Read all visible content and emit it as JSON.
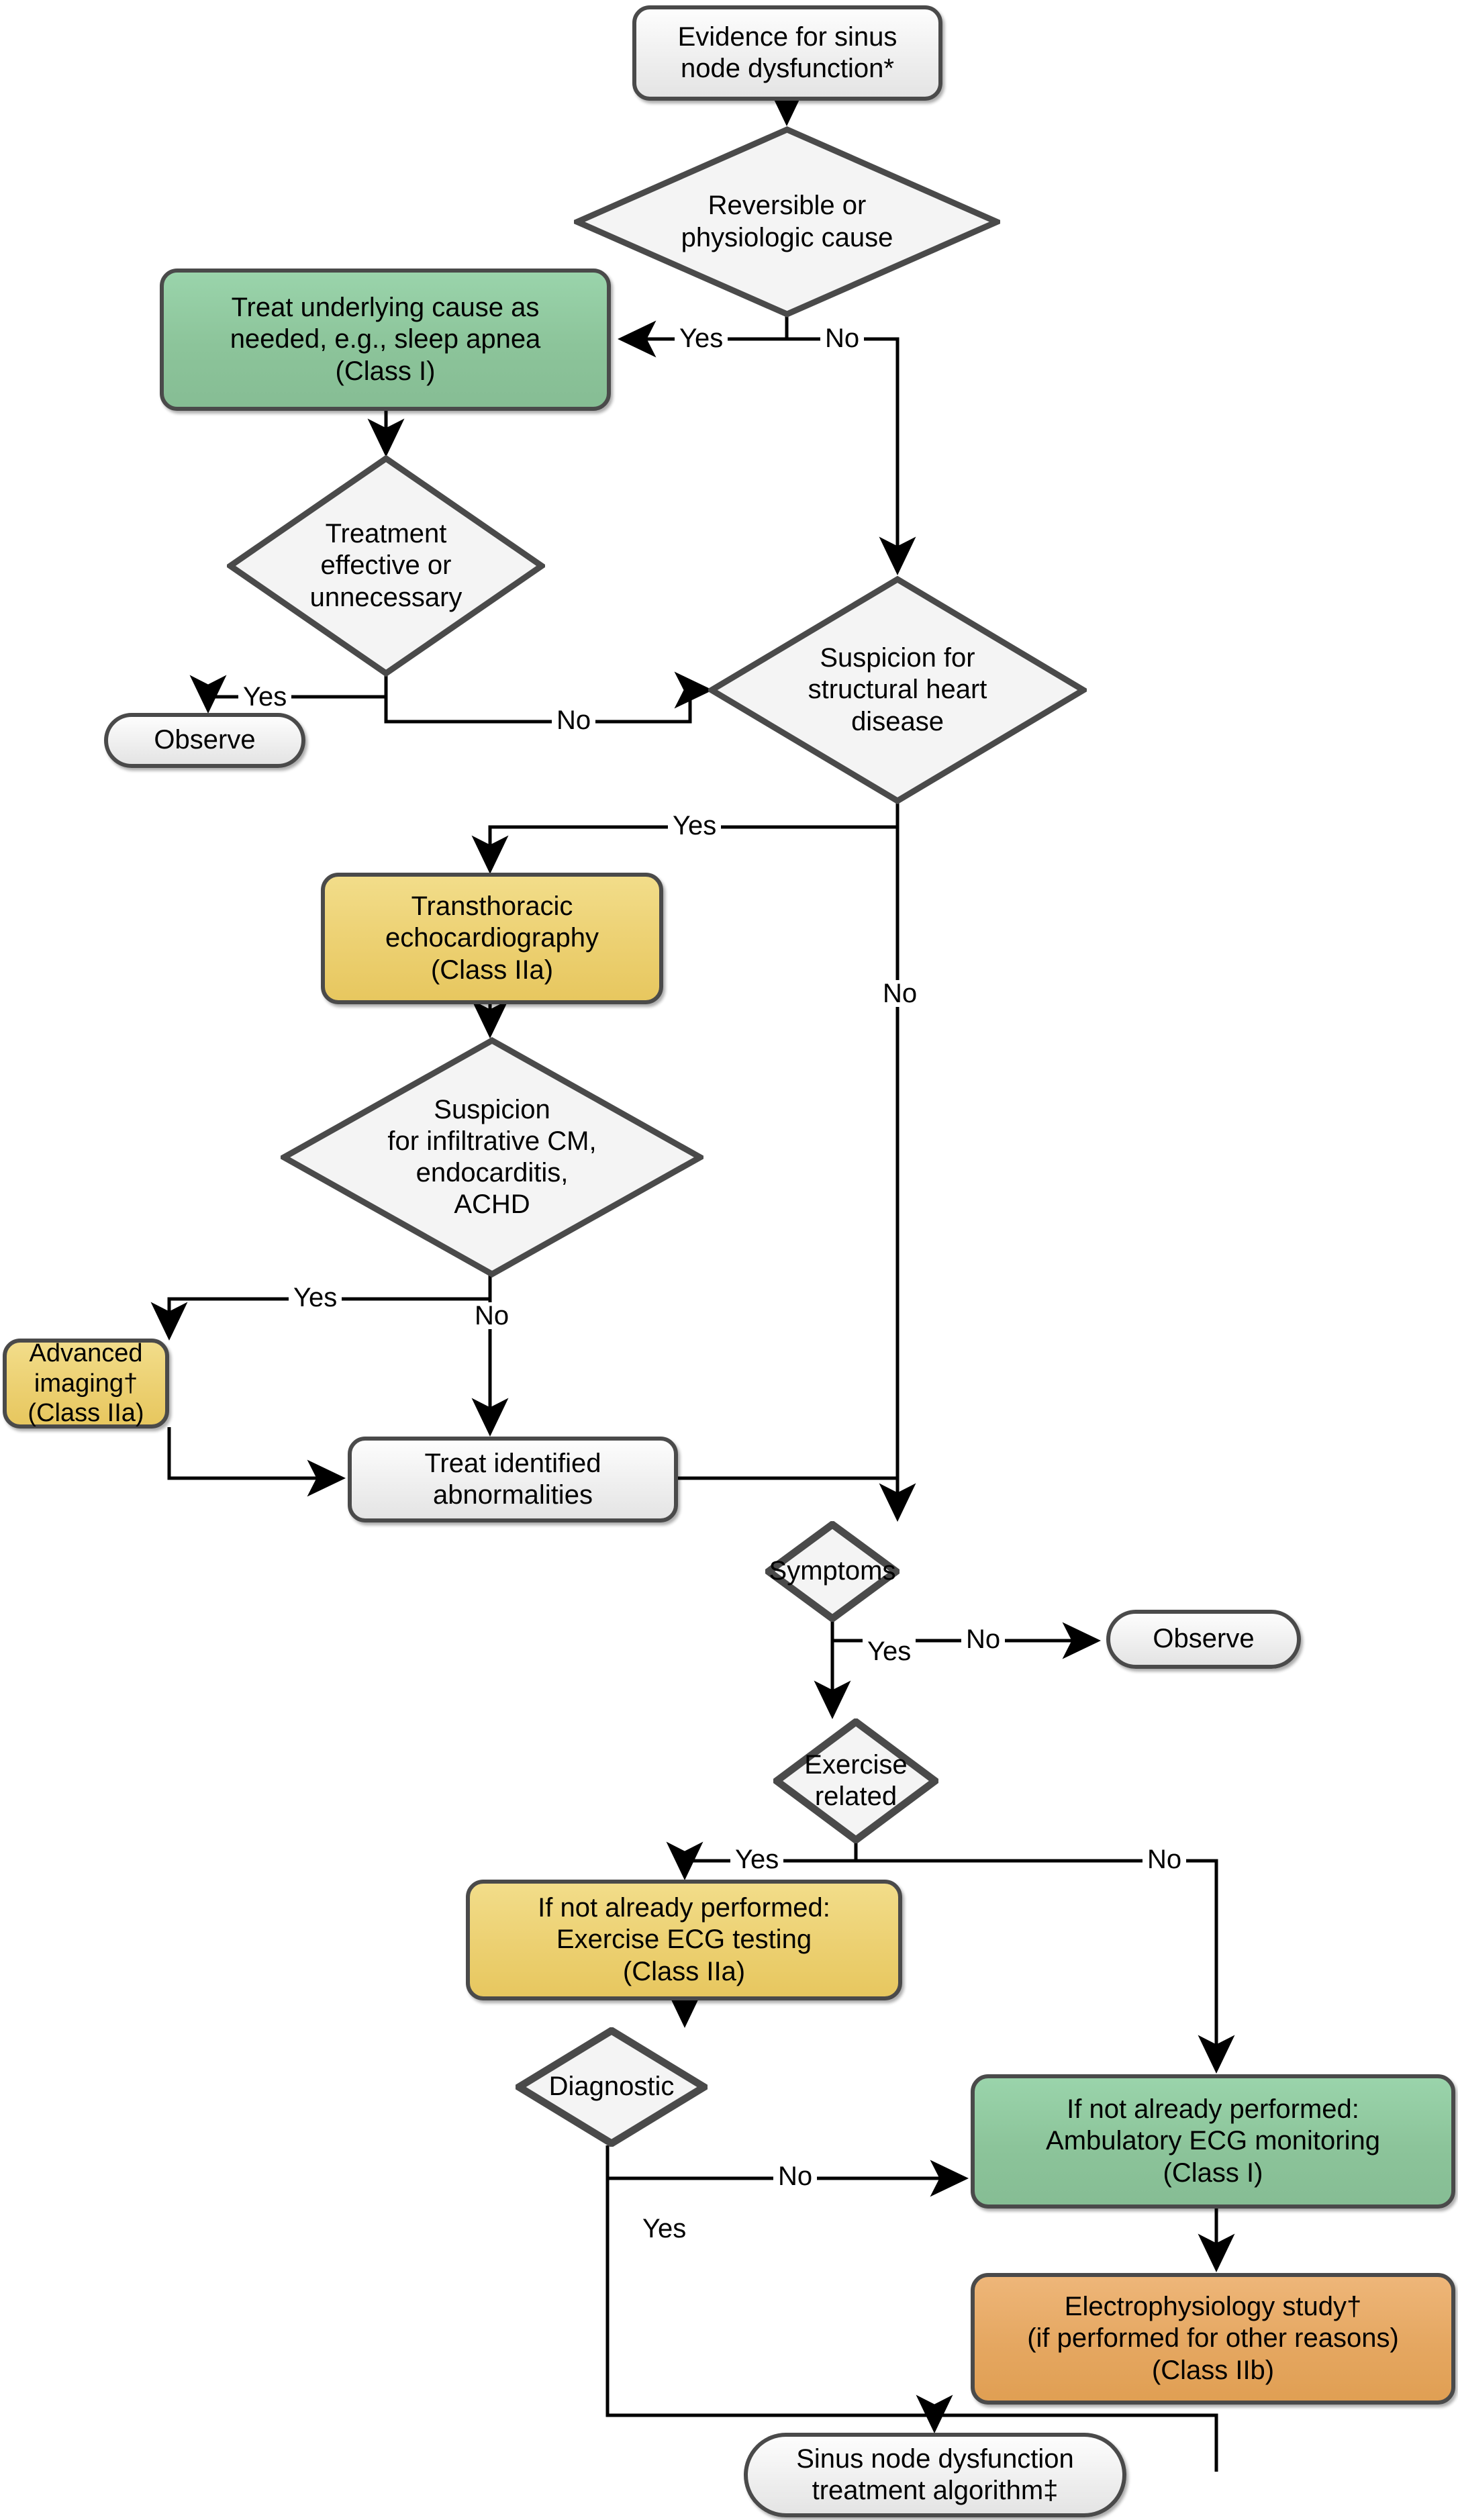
{
  "diagram": {
    "title": "Sinus node dysfunction evaluation algorithm",
    "colors": {
      "class_I_green": "#8cc49a",
      "class_IIa_gold": "#ecd071",
      "class_IIb_orange": "#e5a761",
      "neutral_gray": "#efefef",
      "outline": "#4a4a4a",
      "connector": "#000000"
    },
    "nodes": {
      "start": {
        "label": "Evidence for sinus\nnode dysfunction*",
        "shape": "rounded-box",
        "fill": "neutral"
      },
      "reversible": {
        "label": "Reversible or\nphysiologic cause",
        "shape": "diamond",
        "fill": "neutral"
      },
      "treat_underlying": {
        "label": "Treat underlying cause as\nneeded, e.g., sleep apnea\n(Class I)",
        "shape": "rounded-box",
        "fill": "green"
      },
      "treatment_effective": {
        "label": "Treatment\neffective or\nunnecessary",
        "shape": "diamond",
        "fill": "neutral"
      },
      "observe_1": {
        "label": "Observe",
        "shape": "pill",
        "fill": "neutral"
      },
      "structural": {
        "label": "Suspicion for\nstructural heart\ndisease",
        "shape": "diamond",
        "fill": "neutral"
      },
      "tte": {
        "label": "Transthoracic\nechocardiography\n(Class IIa)",
        "shape": "rounded-box",
        "fill": "gold"
      },
      "infiltrative": {
        "label": "Suspicion\nfor infiltrative CM,\nendocarditis,\nACHD",
        "shape": "diamond",
        "fill": "neutral"
      },
      "advanced_imaging": {
        "label": "Advanced imaging†\n(Class IIa)",
        "shape": "rounded-box",
        "fill": "gold"
      },
      "treat_abnormalities": {
        "label": "Treat identified\nabnormalities",
        "shape": "rounded-box",
        "fill": "neutral"
      },
      "symptoms": {
        "label": "Symptoms",
        "shape": "diamond",
        "fill": "neutral"
      },
      "observe_2": {
        "label": "Observe",
        "shape": "pill",
        "fill": "neutral"
      },
      "exercise_related": {
        "label": "Exercise\nrelated",
        "shape": "diamond",
        "fill": "neutral"
      },
      "exercise_ecg": {
        "label": "If not already performed:\nExercise ECG testing\n(Class IIa)",
        "shape": "rounded-box",
        "fill": "gold"
      },
      "diagnostic": {
        "label": "Diagnostic",
        "shape": "diamond",
        "fill": "neutral"
      },
      "ambulatory_ecg": {
        "label": "If not already performed:\nAmbulatory ECG monitoring\n(Class I)",
        "shape": "rounded-box",
        "fill": "green"
      },
      "ep_study": {
        "label": "Electrophysiology study†\n(if performed for other reasons)\n(Class IIb)",
        "shape": "rounded-box",
        "fill": "orange"
      },
      "end": {
        "label": "Sinus node dysfunction\ntreatment algorithm‡",
        "shape": "rounded-box",
        "fill": "neutral"
      }
    },
    "edge_labels": {
      "reversible_yes": "Yes",
      "reversible_no": "No",
      "treatment_effective_yes": "Yes",
      "treatment_effective_no": "No",
      "structural_yes": "Yes",
      "structural_no": "No",
      "infiltrative_yes": "Yes",
      "infiltrative_no": "No",
      "symptoms_yes": "Yes",
      "symptoms_no": "No",
      "exercise_yes": "Yes",
      "exercise_no": "No",
      "diagnostic_yes": "Yes",
      "diagnostic_no": "No"
    }
  }
}
